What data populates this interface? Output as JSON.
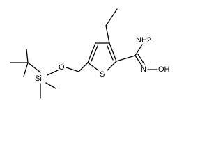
{
  "molecule": {
    "atoms": {
      "nh2": "NH2",
      "n": "N",
      "oh": "OH",
      "o_ether": "O",
      "s": "S",
      "si": "Si"
    },
    "colors": {
      "bond": "#000000",
      "text": "#000000",
      "background": "#ffffff"
    }
  }
}
